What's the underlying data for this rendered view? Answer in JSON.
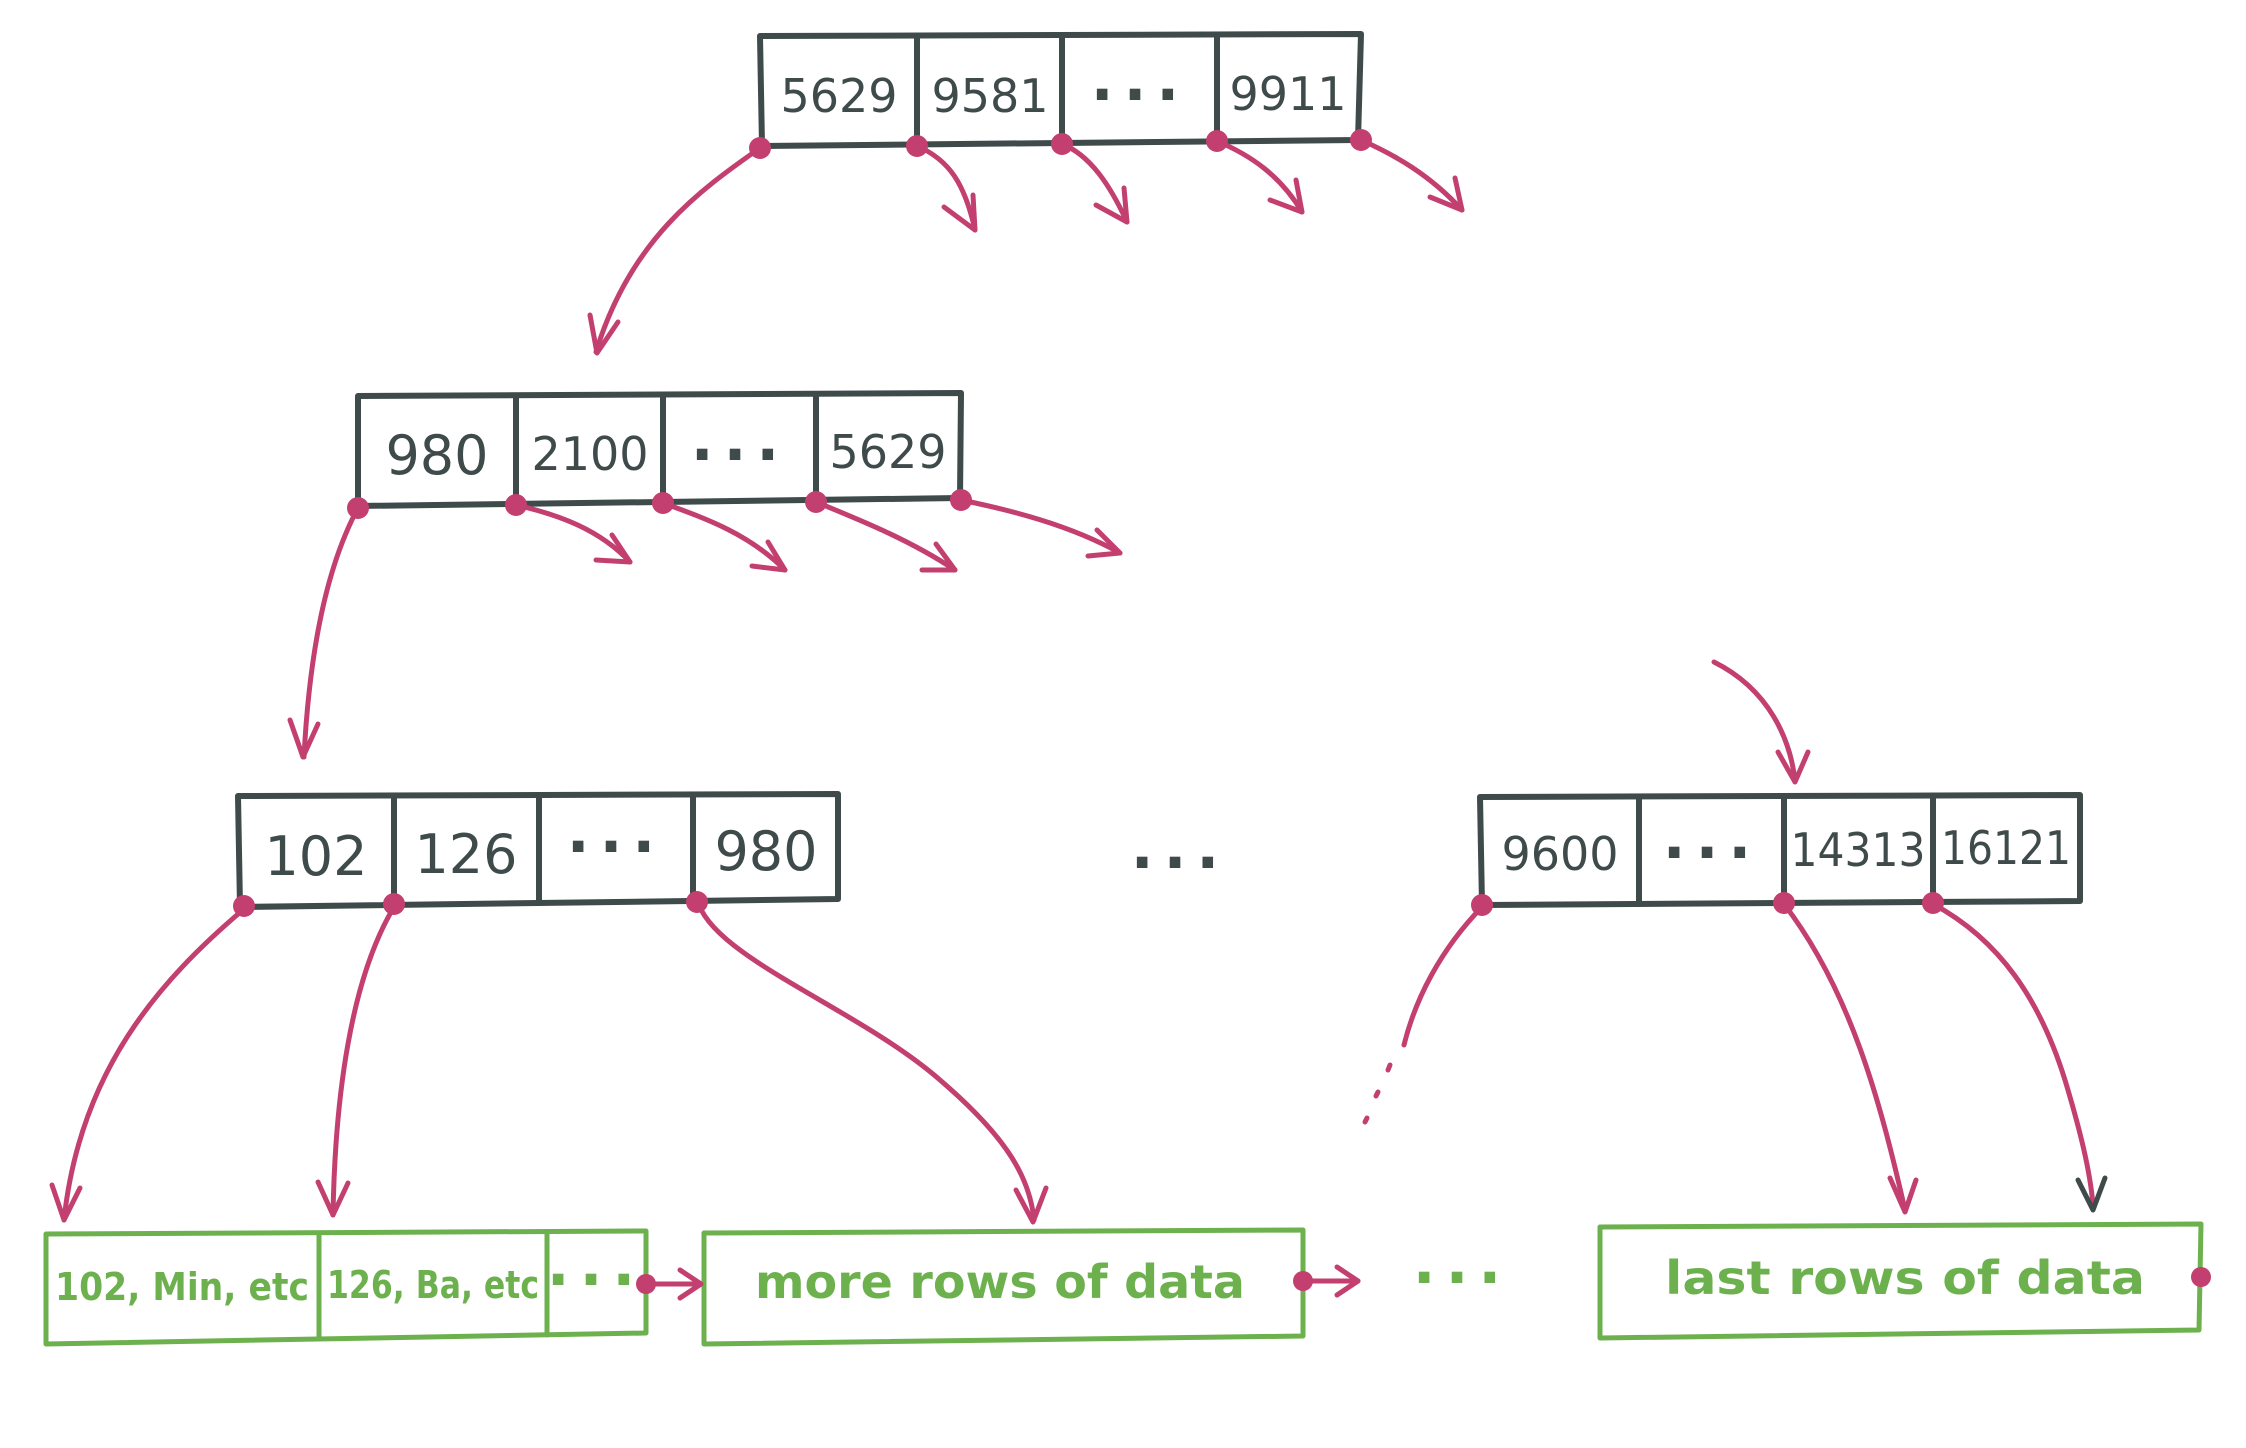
{
  "colors": {
    "node_border": "#3f4a4a",
    "pointer": "#c33f6f",
    "leaf": "#6db14e",
    "background": "#ffffff"
  },
  "root": {
    "keys": [
      "5629",
      "9581",
      "...",
      "9911"
    ]
  },
  "level2": {
    "keys": [
      "980",
      "2100",
      "...",
      "5629"
    ]
  },
  "level3_left": {
    "keys": [
      "102",
      "126",
      "...",
      "980"
    ]
  },
  "level3_right": {
    "keys": [
      "9600",
      "...",
      "14313",
      "16121"
    ]
  },
  "middle_ellipsis": "...",
  "right_branch_ellipsis": "...",
  "leaves": {
    "first": [
      "102, Min, etc",
      "126, Ba, etc",
      "..."
    ],
    "second": "more rows of data",
    "between": "...",
    "last": "last rows of data"
  }
}
